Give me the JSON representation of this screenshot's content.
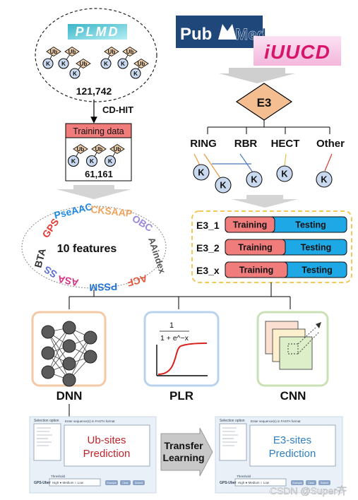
{
  "sources": {
    "plmd_logo": "PLMD",
    "pubmed_logo_left": "Pub",
    "pubmed_logo_right": "Med",
    "iuucd_logo": "iUUCD"
  },
  "ub_dataset": {
    "count": "121,742",
    "ub_label": "Ub",
    "k_label": "K",
    "filter": "CD-HIT"
  },
  "training_data": {
    "title": "Training data",
    "count": "61,161"
  },
  "e3": {
    "label": "E3",
    "families": [
      "RING",
      "RBR",
      "HECT",
      "Other"
    ]
  },
  "features": {
    "center_label": "10 features",
    "names": [
      "BTA",
      "GPS",
      "PseAAC",
      "CKSAAP",
      "OBC",
      "AAindex",
      "ACF",
      "PSSM",
      "ASA",
      "SS"
    ]
  },
  "e3_splits": [
    {
      "name": "E3_1",
      "train": "Training",
      "test": "Testing"
    },
    {
      "name": "E3_2",
      "train": "Training",
      "test": "Testing"
    },
    {
      "name": "E3_x",
      "train": "Training",
      "test": "Testing"
    }
  ],
  "models": [
    {
      "name": "DNN"
    },
    {
      "name": "PLR",
      "formula_num": "1",
      "formula_den": "1 + e^−x"
    },
    {
      "name": "CNN"
    }
  ],
  "predictors": {
    "ub_title_line1": "Ub-sites",
    "ub_title_line2": "Prediction",
    "e3_title_line1": "E3-sites",
    "e3_title_line2": "Prediction",
    "transfer_line1": "Transfer",
    "transfer_line2": "Learning",
    "panel_header": "Selection option",
    "input_hint": "Enter sequence(s) in FASTA format",
    "threshold_label": "Threshold",
    "threshold_options": "High ● Medium ○ Low",
    "btn_example": "Example",
    "btn_clear": "Clear",
    "btn_submit": "Submit",
    "logo_ub": "GPS-Uber",
    "logo_e3": "GPS-Uber"
  },
  "watermark": "CSDN @Super齐",
  "colors": {
    "training_red": "#f07c7c",
    "testing_blue": "#1ea8e6",
    "e3_orange": "#f4be91",
    "k_circle": "#c9d9ef",
    "ub_diamond": "#f1cfa9",
    "dnn_frame": "#f4c9a6",
    "plr_frame": "#b9d3ee",
    "cnn_frame": "#c9e1b4",
    "split_frame": "#f3c85a"
  }
}
